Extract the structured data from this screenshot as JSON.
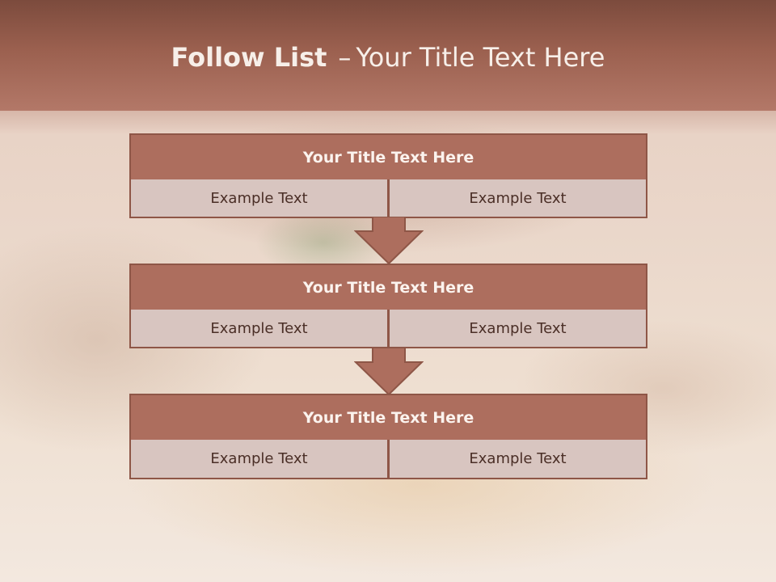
{
  "slide": {
    "title_bold": "Follow List",
    "title_dash": "–",
    "title_rest": "Your Title Text Here"
  },
  "blocks": [
    {
      "title": "Your Title Text Here",
      "left": "Example Text",
      "right": "Example Text"
    },
    {
      "title": "Your Title Text Here",
      "left": "Example Text",
      "right": "Example Text"
    },
    {
      "title": "Your Title Text Here",
      "left": "Example Text",
      "right": "Example Text"
    }
  ],
  "colors": {
    "header": "#9b604f",
    "block_title_fill": "#ad6e5e",
    "cell_fill": "#d8c5c0",
    "border": "#8e5647",
    "arrow": "#ad6e5e"
  }
}
